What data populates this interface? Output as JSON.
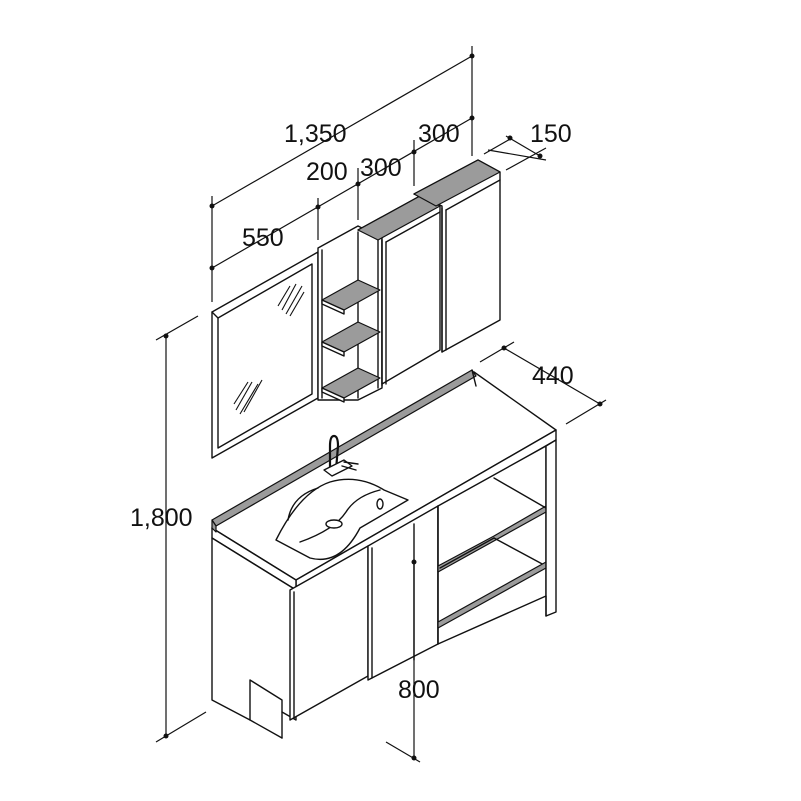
{
  "diagram": {
    "dimensions": {
      "total_width": "1,350",
      "mirror_width": "550",
      "shelf_width": "200",
      "cabinet_a_width": "300",
      "cabinet_b_width": "300",
      "cabinet_depth": "150",
      "counter_depth": "440",
      "total_height": "1,800",
      "counter_height": "800"
    },
    "colors": {
      "line": "#111111",
      "edge_shade": "#9b9b9b",
      "background": "#ffffff"
    }
  }
}
